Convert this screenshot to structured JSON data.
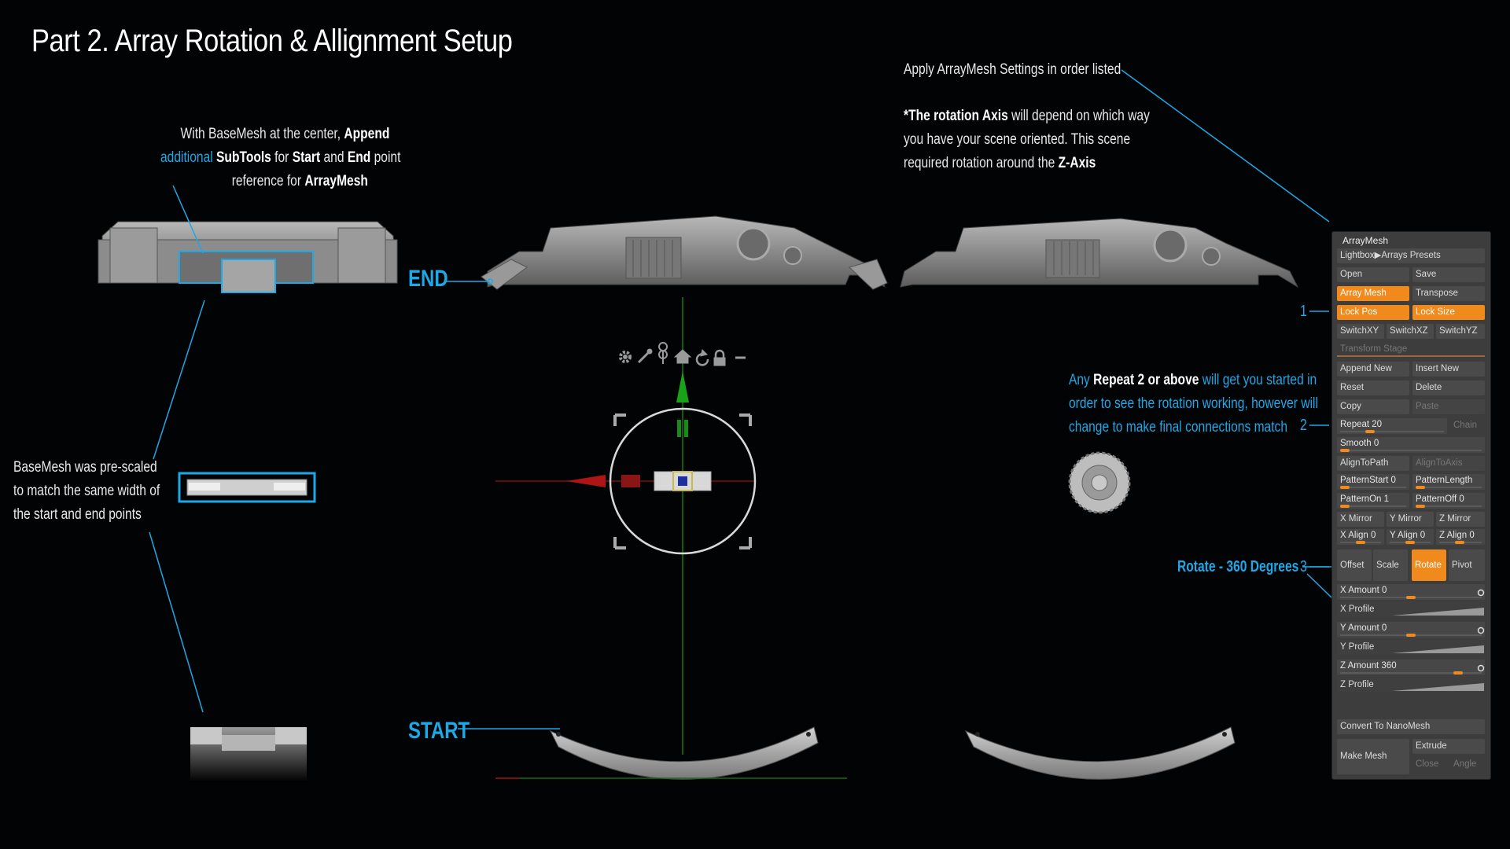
{
  "page_title": "Part 2. Array Rotation & Allignment Setup",
  "notes": {
    "append_line1_a": "With BaseMesh at the center, ",
    "append_line1_b": "Append",
    "append_line2_a": "additional ",
    "append_line2_b": "SubTools",
    "append_line2_c": " for ",
    "append_line2_d": "Start",
    "append_line2_e": " and ",
    "append_line2_f": "End",
    "append_line2_g": " point",
    "append_line3_a": "reference for ",
    "append_line3_b": "ArrayMesh",
    "basemesh_line1": "BaseMesh was pre-scaled",
    "basemesh_line2": "to match the same width of",
    "basemesh_line3": "the start and end points",
    "apply_line": "Apply ArrayMesh Settings in order listed",
    "rot_line1_a": "*The rotation Axis",
    "rot_line1_b": " will depend on which way",
    "rot_line2": "you have your scene oriented. This scene",
    "rot_line3_a": "required rotation around the ",
    "rot_line3_b": "Z-Axis",
    "repeat_line1_a": "Any ",
    "repeat_line1_b": "Repeat 2 or above",
    "repeat_line1_c": " will get you started in",
    "repeat_line2": "order to see the rotation working, however will",
    "repeat_line3": "change to make final connections match"
  },
  "callouts": {
    "end": "END",
    "start": "START",
    "rotate": "Rotate - 360 Degrees",
    "num1": "1",
    "num2": "2",
    "num3": "3"
  },
  "panel": {
    "title": "ArrayMesh",
    "lightbox": "Lightbox▶Arrays Presets",
    "open": "Open",
    "save": "Save",
    "array_mesh": "Array Mesh",
    "transpose": "Transpose",
    "lock_pos": "Lock Pos",
    "lock_size": "Lock Size",
    "switch_xy": "SwitchXY",
    "switch_xz": "SwitchXZ",
    "switch_yz": "SwitchYZ",
    "transform_stage": "Transform Stage",
    "append_new": "Append New",
    "insert_new": "Insert New",
    "reset": "Reset",
    "delete": "Delete",
    "copy": "Copy",
    "paste": "Paste",
    "repeat": "Repeat 20",
    "chain": "Chain",
    "smooth": "Smooth 0",
    "align_to_path": "AlignToPath",
    "align_to_axis": "AlignToAxis",
    "pattern_start": "PatternStart 0",
    "pattern_length": "PatternLength",
    "pattern_on": "PatternOn 1",
    "pattern_off": "PatternOff 0",
    "x_mirror": "X Mirror",
    "y_mirror": "Y Mirror",
    "z_mirror": "Z Mirror",
    "x_align": "X Align 0",
    "y_align": "Y Align 0",
    "z_align": "Z Align 0",
    "offset": "Offset",
    "scale": "Scale",
    "rotate": "Rotate",
    "pivot": "Pivot",
    "x_amount": "X Amount 0",
    "x_profile": "X Profile",
    "y_amount": "Y Amount 0",
    "y_profile": "Y Profile",
    "z_amount": "Z Amount 360",
    "z_profile": "Z Profile",
    "convert": "Convert To NanoMesh",
    "make_mesh": "Make Mesh",
    "extrude": "Extrude",
    "close": "Close",
    "angle": "Angle",
    "repeat_value": 20,
    "z_amount_value": 360
  },
  "colors": {
    "accent_blue": "#1ea8e6",
    "zbrush_orange": "#f08a1c",
    "panel_bg": "#3d3d3d",
    "background": "#020305"
  },
  "gizmo_icons": [
    "gear-icon",
    "pin-icon",
    "location-icon",
    "home-icon",
    "rotate-icon",
    "lock-icon",
    "minus-icon"
  ]
}
